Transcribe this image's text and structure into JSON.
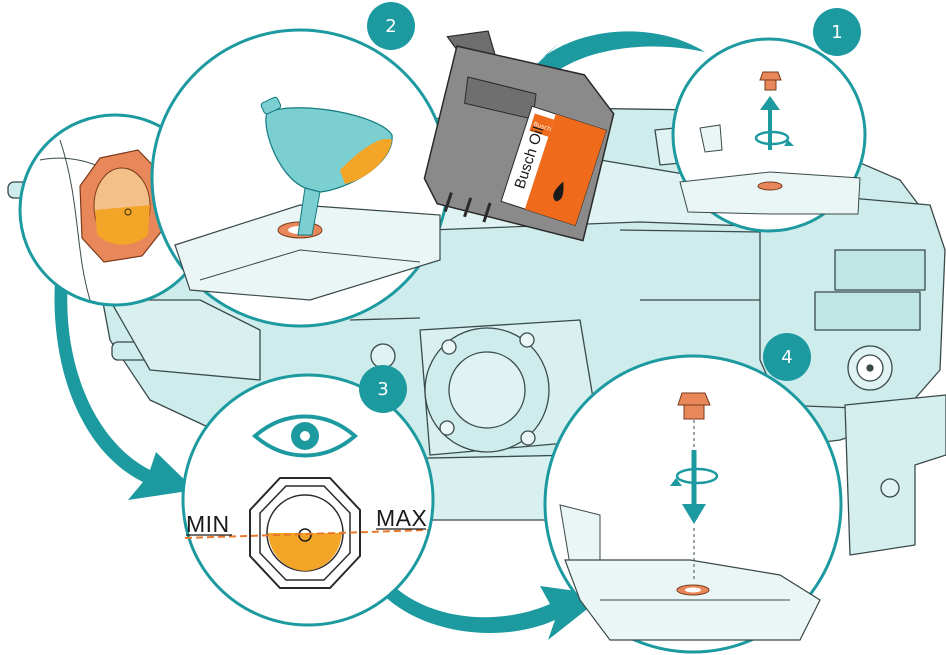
{
  "colors": {
    "teal": "#1c9aa0",
    "teal_dark": "#137a80",
    "pump_fill": "#cdeceb",
    "pump_line": "#3a4a4a",
    "oil": "#f2a527",
    "copper": "#e8875a",
    "can_body": "#8a8a8a",
    "label_orange": "#ef6a1a",
    "min_max_line": "#e8782a"
  },
  "steps": [
    {
      "number": "1",
      "action": "unscrew-plug"
    },
    {
      "number": "2",
      "action": "fill-oil"
    },
    {
      "number": "3",
      "action": "check-level"
    },
    {
      "number": "4",
      "action": "screw-plug"
    }
  ],
  "oil_can": {
    "brand_label": "Busch Oil",
    "logo_text": "Busch"
  },
  "level_gauge": {
    "min_label": "MIN",
    "max_label": "MAX"
  },
  "icons": [
    "eye-icon",
    "rotate-arrow-icon",
    "oil-drop-icon",
    "flow-arrow-icon"
  ]
}
